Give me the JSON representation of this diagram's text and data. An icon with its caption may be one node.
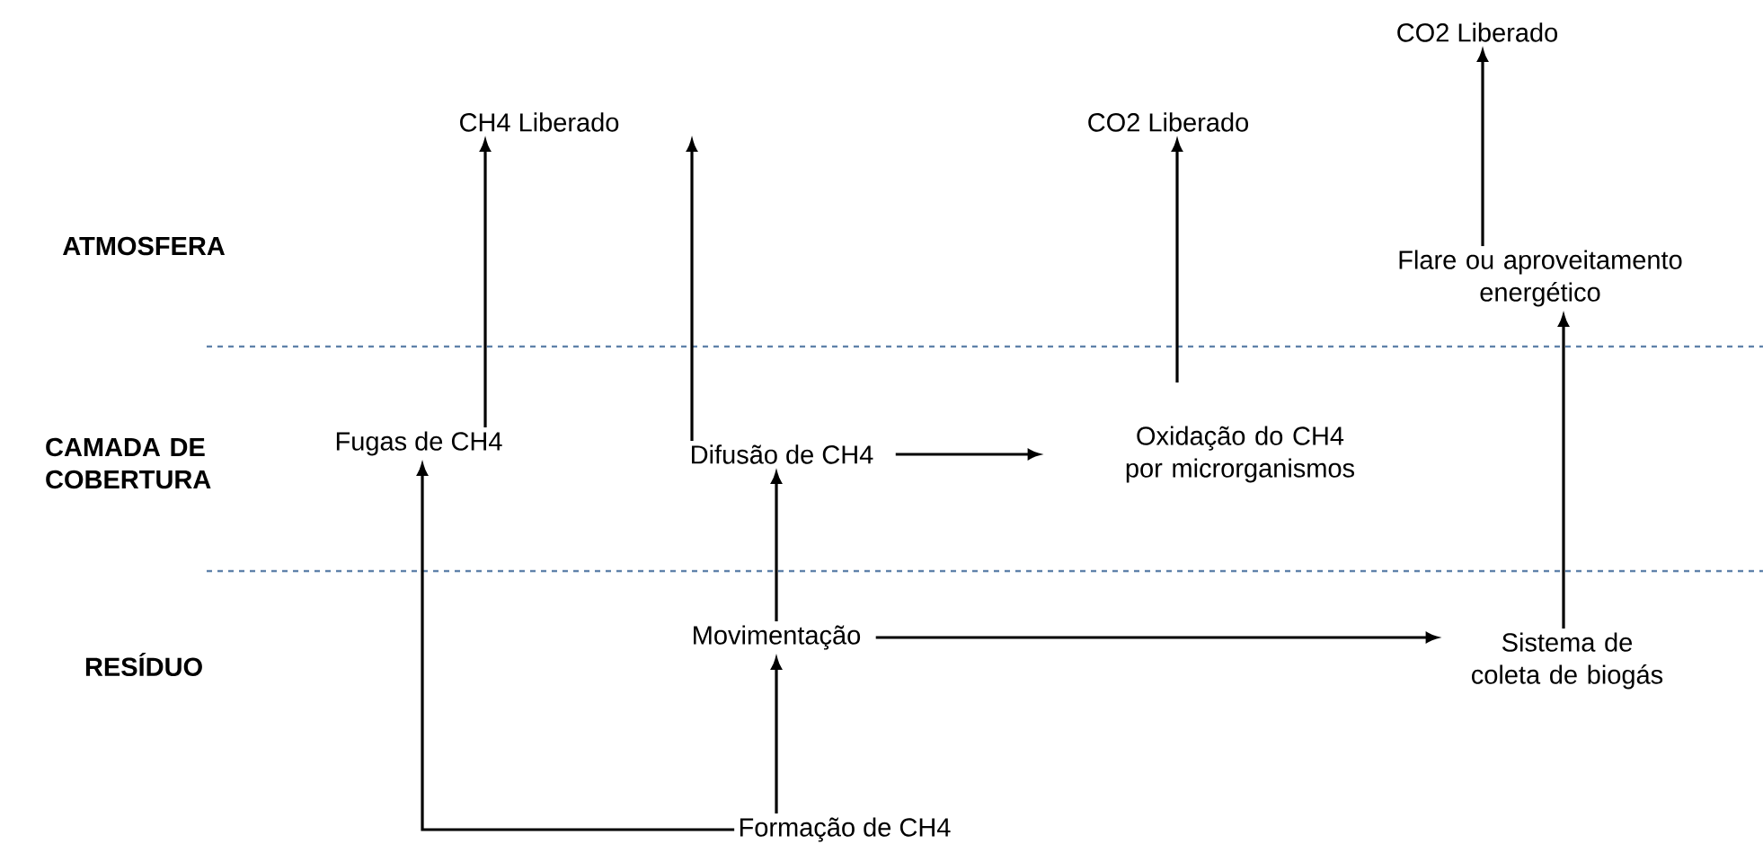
{
  "diagram": {
    "nodes": [
      {
        "text": [
          "CH4 Liberado"
        ]
      },
      {
        "text": [
          "CO2 Liberado"
        ]
      },
      {
        "text": [
          "CO2 Liberado"
        ]
      },
      {
        "text": [
          "Flare ou aproveitamento energético"
        ]
      },
      {
        "text": [
          "Fugas de CH4"
        ]
      },
      {
        "text": [
          "Difusão de CH4"
        ]
      },
      {
        "text": [
          "Oxidação do CH4 por microrganismos"
        ]
      },
      {
        "text": [
          "Movimentação"
        ]
      },
      {
        "text": [
          "Sistema de coleta de biogás"
        ]
      },
      {
        "text": [
          "Formação de CH4"
        ]
      }
    ],
    "edges": [
      {
        "from": 4,
        "to": 0,
        "arrow": "to"
      },
      {
        "from": 5,
        "to": 0,
        "arrow": "to"
      },
      {
        "from": 6,
        "to": 1,
        "arrow": "to"
      },
      {
        "from": 3,
        "to": 2,
        "arrow": "to"
      },
      {
        "from": 8,
        "to": 3,
        "arrow": "to"
      },
      {
        "from": 5,
        "to": 6,
        "arrow": "to"
      },
      {
        "from": 7,
        "to": 5,
        "arrow": "to"
      },
      {
        "from": 7,
        "to": 8,
        "arrow": "to"
      },
      {
        "from": 9,
        "to": 7,
        "arrow": "to"
      },
      {
        "from": 9,
        "to": 4,
        "arrow": "to"
      }
    ],
    "labels": [
      "ATMOSFERA",
      "CAMADA DE COBERTURA",
      "RESÍDUO"
    ]
  }
}
